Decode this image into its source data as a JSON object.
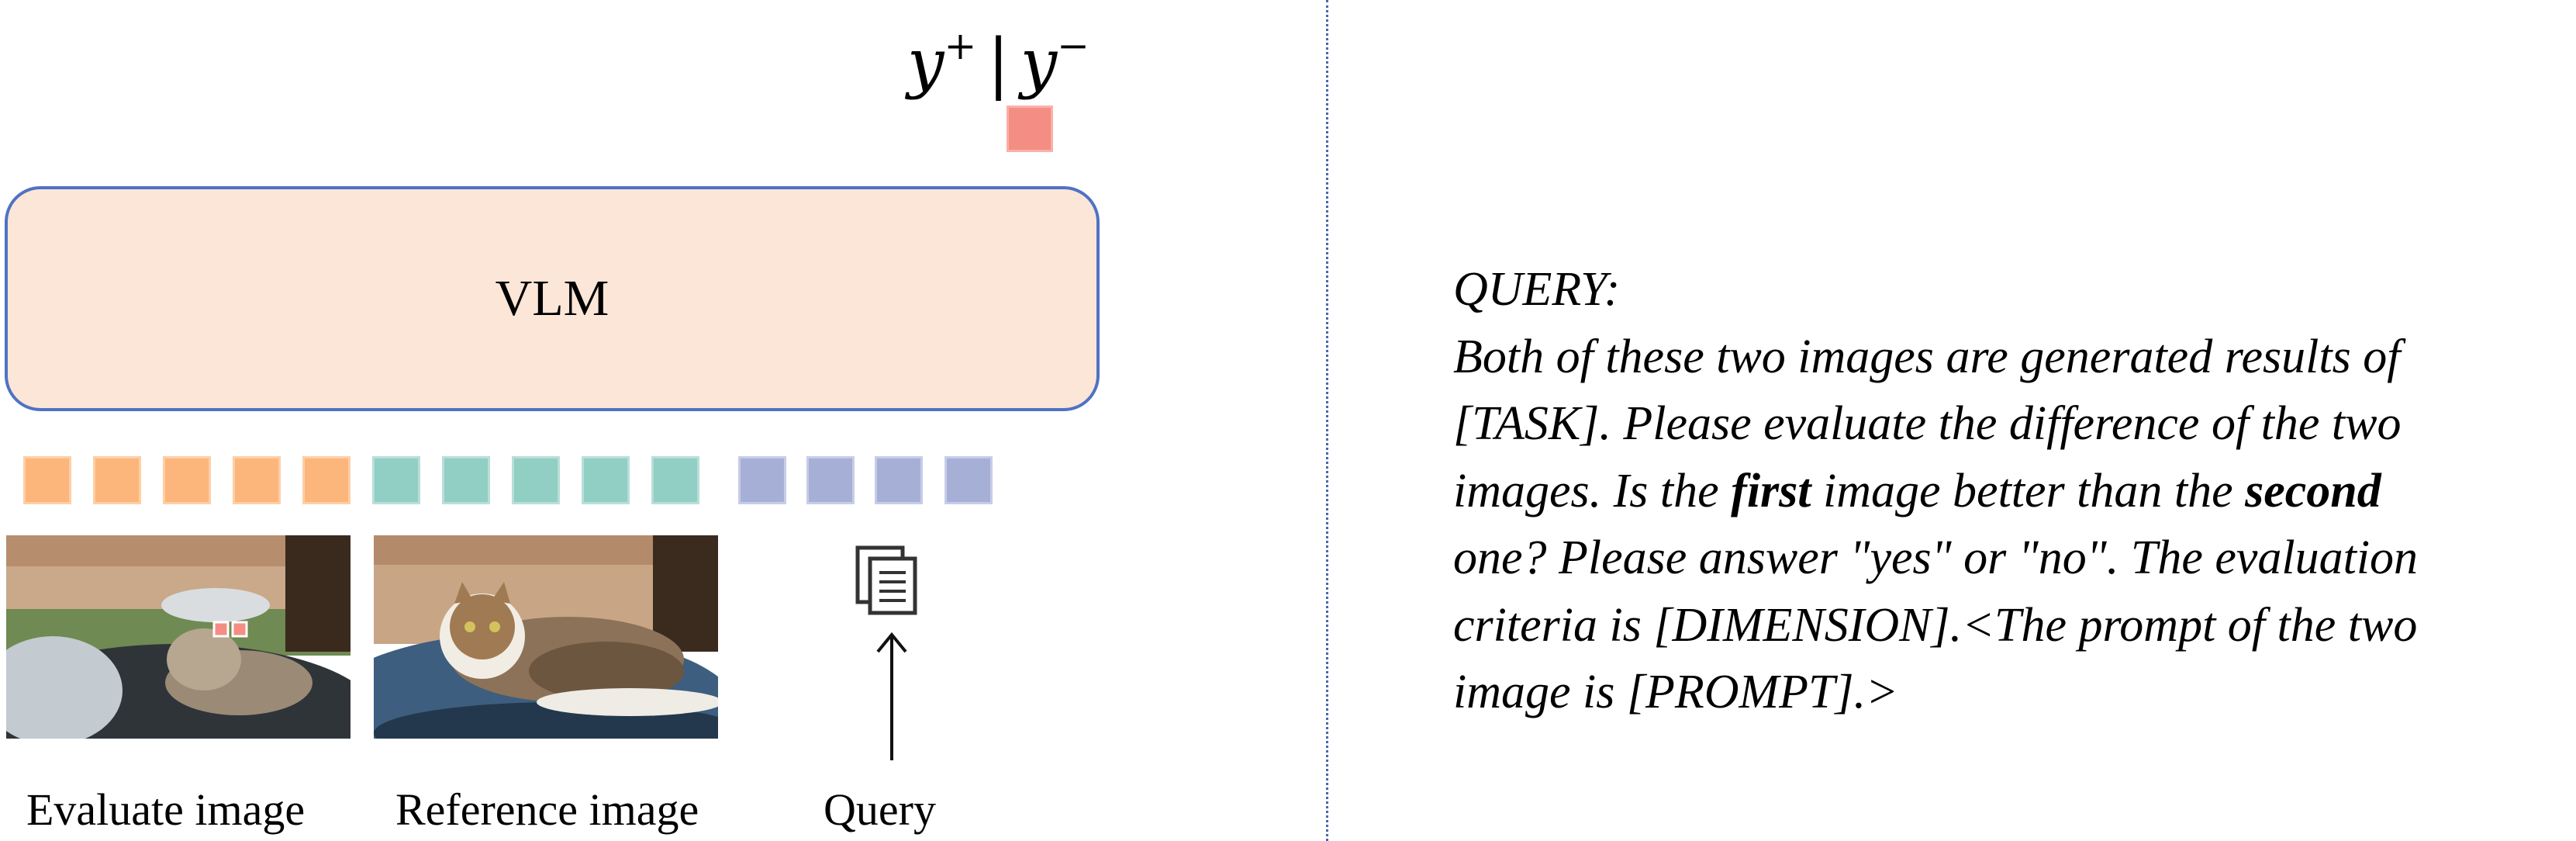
{
  "output": {
    "label_pos": "y",
    "label_pos_sup": "+",
    "separator": "|",
    "label_neg": "y",
    "label_neg_sup": "−"
  },
  "vlm": {
    "label": "VLM"
  },
  "tokens": {
    "colors": {
      "evaluate": "#fcb57a",
      "reference": "#91cec4",
      "query": "#a6b0d7",
      "output": "#f48d83"
    },
    "counts": {
      "evaluate": 5,
      "reference": 5,
      "query": 4
    }
  },
  "captions": {
    "evaluate": "Evaluate image",
    "reference": "Reference image",
    "query": "Query"
  },
  "icons": {
    "query": "document-copy-icon",
    "arrow": "up-arrow-icon"
  },
  "query_text": {
    "heading": "QUERY:",
    "line1": "Both of these two images are generated results of",
    "line2": "[TASK]. Please evaluate the difference of the two",
    "line3_pre": "images. Is the ",
    "line3_bold1": "first",
    "line3_mid": " image better than the ",
    "line3_bold2": "second",
    "line4": "one? Please answer \"yes\" or \"no\". The evaluation",
    "line5": "criteria is [DIMENSION].<The prompt of the two",
    "line6": "image is [PROMPT].>"
  },
  "colors": {
    "vlm_fill": "#fce6d8",
    "vlm_border": "#4f72c4",
    "divider": "#4a66b0"
  }
}
